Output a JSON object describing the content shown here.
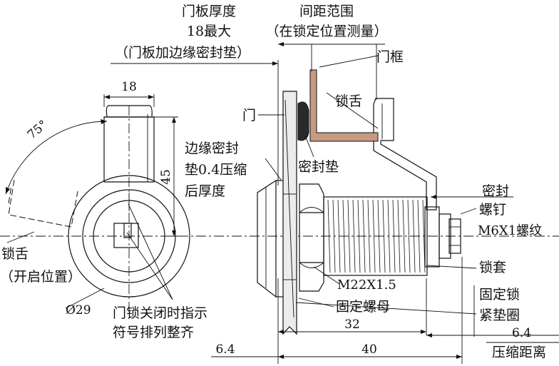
{
  "labels": {
    "panel_thickness_1": "门板厚度",
    "panel_thickness_2": "18最大",
    "panel_thickness_3": "（门板加边缘密封垫）",
    "gap_range_1": "间距范围",
    "gap_range_2": "（在锁定位置测量）",
    "frame": "门框",
    "tongue": "锁舌",
    "door": "门",
    "seal_edge_1": "边缘密封",
    "seal_edge_2": "垫0.4压缩",
    "seal_edge_3": "后厚度",
    "gasket": "密封垫",
    "seal_screw_1": "密封",
    "seal_screw_2": "螺钉",
    "thread": "M6X1螺纹",
    "lock_sleeve": "锁套",
    "thread_m22": "M22X1.5",
    "fix_nut": "固定螺母",
    "fix_washer_1": "固定锁",
    "fix_washer_2": "紧垫圈",
    "compression_1": "6.4",
    "compression_2": "压缩距离",
    "tongue_open_1": "锁舌",
    "tongue_open_2": "（开启位置）",
    "indicator_1": "门锁关闭时指示",
    "indicator_2": "符号排列整齐"
  },
  "dimensions": {
    "width_18": "18",
    "length_45": "45",
    "angle_75": "75°",
    "dia_29": "Ø29",
    "d_32": "32",
    "d_40": "40",
    "d_64_left": "6.4"
  },
  "colors": {
    "line": "#111111",
    "frame_brown": "#c79a82",
    "panel_fill": "#ececec",
    "gasket_dark": "#2a2a2a"
  }
}
